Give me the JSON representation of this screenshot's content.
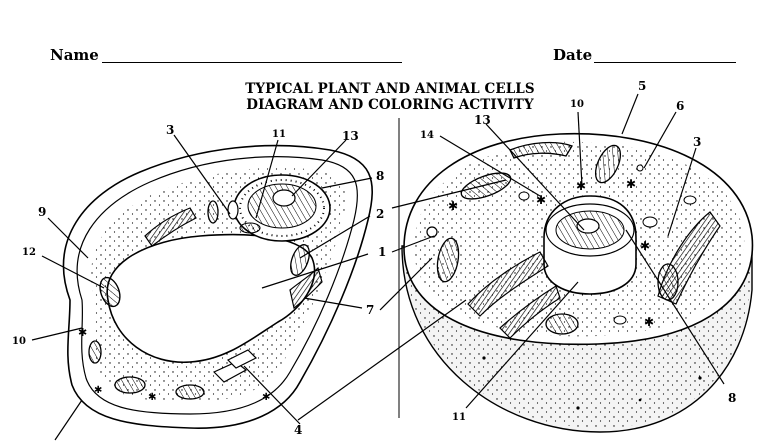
{
  "header": {
    "name_label": "Name",
    "date_label": "Date"
  },
  "title": {
    "line1": "TYPICAL PLANT AND ANIMAL CELLS",
    "line2": "DIAGRAM AND COLORING ACTIVITY"
  },
  "plant_labels": [
    "3",
    "11",
    "13",
    "8",
    "9",
    "2",
    "12",
    "1",
    "7",
    "10",
    "4"
  ],
  "animal_labels": [
    "10",
    "5",
    "14",
    "13",
    "6",
    "3",
    "11",
    "8"
  ]
}
